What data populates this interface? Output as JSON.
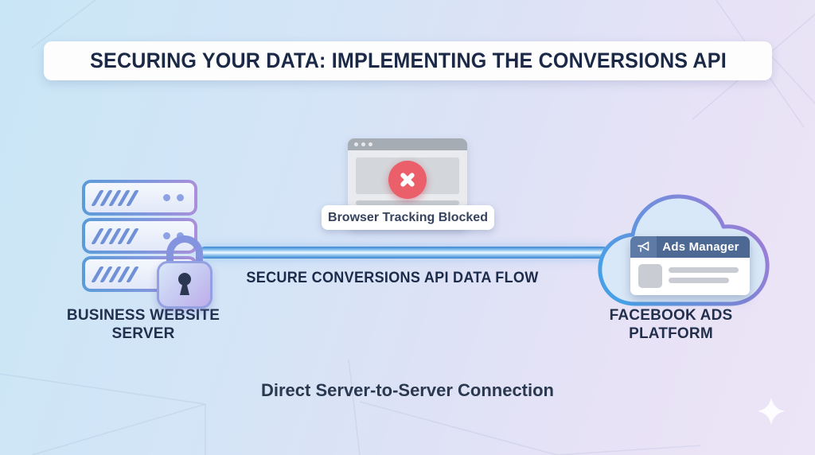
{
  "header": {
    "title": "SECURING YOUR DATA: IMPLEMENTING THE CONVERSIONS API"
  },
  "diagram": {
    "server_node": {
      "line1": "BUSINESS WEBSITE",
      "line2": "SERVER"
    },
    "browser_node": {
      "badge": "Browser Tracking Blocked"
    },
    "cloud_node": {
      "panel_title": "Ads Manager",
      "line1": "FACEBOOK ADS",
      "line2": "PLATFORM"
    },
    "flow_label": "SECURE CONVERSIONS API DATA FLOW",
    "footer_label": "Direct Server-to-Server Connection"
  },
  "icons": {
    "lock": "lock-icon",
    "megaphone": "megaphone-icon",
    "blocked_x": "blocked-x-icon",
    "sparkle": "sparkle-icon",
    "window_dots": "window-dots-icon",
    "server_stack": "server-stack",
    "cloud": "cloud-icon"
  },
  "colors": {
    "accent_blue": "#4f93d9",
    "accent_purple": "#a58fd8",
    "navy_text": "#1d2b4a",
    "blocked_red": "#ea5f6a",
    "panel_header_blue": "#4c6893",
    "pipe_blue": "#3f86cf",
    "background_blue": "#c9e6f6",
    "background_lavender": "#ece5f7"
  }
}
